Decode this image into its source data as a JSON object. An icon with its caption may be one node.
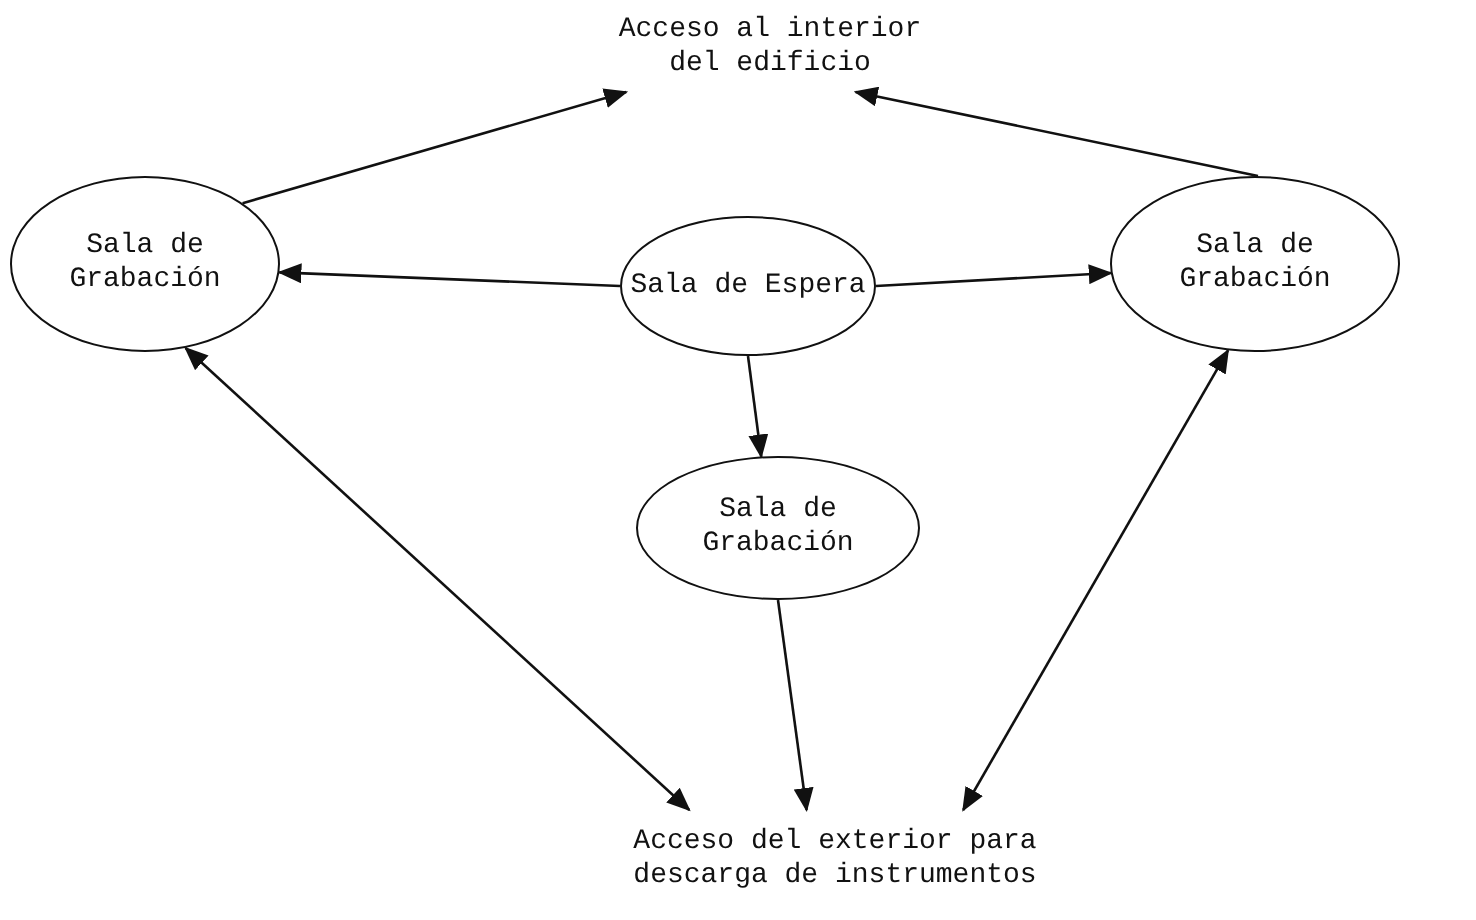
{
  "diagram": {
    "nodes": [
      {
        "text": [
          "Acceso al interior del edificio"
        ]
      },
      {
        "text": [
          "Sala de Grabación"
        ]
      },
      {
        "text": [
          "Sala de Espera"
        ]
      },
      {
        "text": [
          "Sala de Grabación"
        ]
      },
      {
        "text": [
          "Sala de Grabación"
        ]
      },
      {
        "text": [
          "Acceso del exterior para descarga de instrumentos"
        ]
      }
    ],
    "edges": [
      {
        "from": 1,
        "to": 0,
        "arrow": "to"
      },
      {
        "from": 3,
        "to": 0,
        "arrow": "to"
      },
      {
        "from": 2,
        "to": 1,
        "arrow": "to"
      },
      {
        "from": 2,
        "to": 3,
        "arrow": "to"
      },
      {
        "from": 2,
        "to": 4,
        "arrow": "to"
      },
      {
        "from": 4,
        "to": 5,
        "arrow": "to"
      },
      {
        "from": 1,
        "to": 5,
        "arrow": "both"
      },
      {
        "from": 3,
        "to": 5,
        "arrow": "both"
      }
    ]
  }
}
